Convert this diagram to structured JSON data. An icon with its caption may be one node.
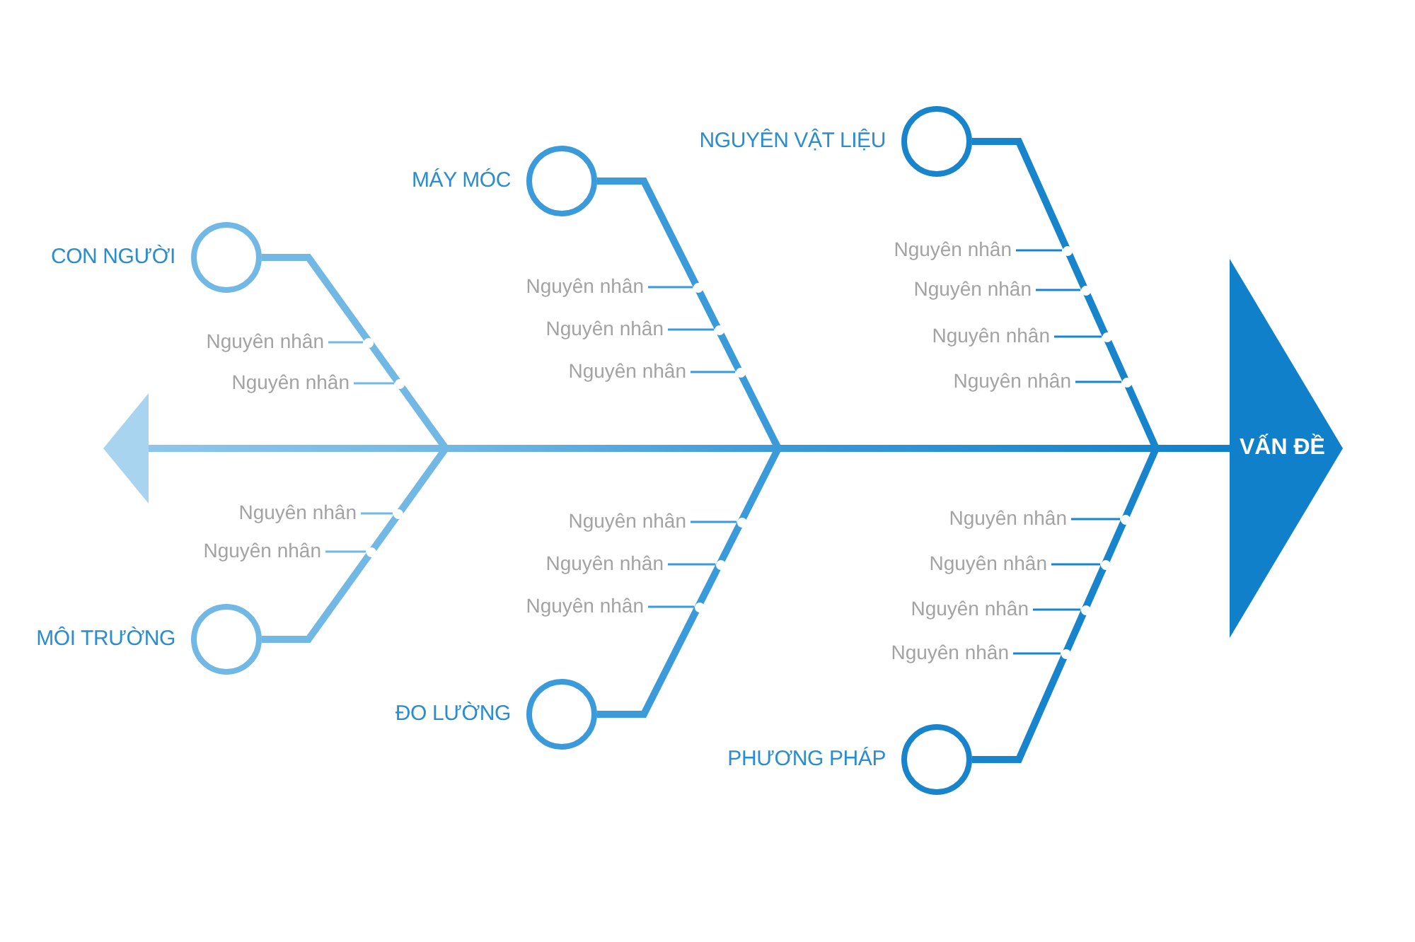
{
  "diagram": {
    "nodes": [
      {
        "text": [],
        "shape": "triangle"
      },
      {
        "text": [
          "CON NGƯỜI"
        ]
      },
      {
        "text": [
          "Nguyên nhân"
        ]
      },
      {
        "text": [
          "Nguyên nhân"
        ]
      },
      {
        "text": [
          "MÔI TRƯỜNG"
        ]
      },
      {
        "text": [
          "Nguyên nhân"
        ]
      },
      {
        "text": [
          "Nguyên nhân"
        ]
      },
      {
        "text": [
          "MÁY MÓC"
        ]
      },
      {
        "text": [
          "Nguyên nhân"
        ]
      },
      {
        "text": [
          "Nguyên nhân"
        ]
      },
      {
        "text": [
          "Nguyên nhân"
        ]
      },
      {
        "text": [
          "ĐO LƯỜNG"
        ]
      },
      {
        "text": [
          "Nguyên nhân"
        ]
      },
      {
        "text": [
          "Nguyên nhân"
        ]
      },
      {
        "text": [
          "Nguyên nhân"
        ]
      },
      {
        "text": [
          "NGUYÊN VẬT LIỆU"
        ]
      },
      {
        "text": [
          "Nguyên nhân"
        ]
      },
      {
        "text": [
          "Nguyên nhân"
        ]
      },
      {
        "text": [
          "Nguyên nhân"
        ]
      },
      {
        "text": [
          "Nguyên nhân"
        ]
      },
      {
        "text": [
          "PHƯƠNG PHÁP"
        ]
      },
      {
        "text": [
          "Nguyên nhân"
        ]
      },
      {
        "text": [
          "Nguyên nhân"
        ]
      },
      {
        "text": [
          "Nguyên nhân"
        ]
      },
      {
        "text": [
          "Nguyên nhân"
        ]
      },
      {
        "text": [
          "VẤN ĐỀ"
        ]
      },
      {
        "text": [],
        "shape": "circle"
      },
      {
        "text": [],
        "shape": "circle"
      },
      {
        "text": [],
        "shape": "circle"
      },
      {
        "text": [],
        "shape": "circle"
      },
      {
        "text": [],
        "shape": "circle"
      },
      {
        "text": [],
        "shape": "circle"
      },
      {
        "text": [],
        "shape": "circle"
      },
      {
        "text": [],
        "shape": "circle"
      },
      {
        "text": [],
        "shape": "circle"
      },
      {
        "text": [],
        "shape": "circle"
      },
      {
        "text": [],
        "shape": "circle"
      },
      {
        "text": [],
        "shape": "circle"
      },
      {
        "text": [],
        "shape": "circle"
      },
      {
        "text": [],
        "shape": "circle"
      },
      {
        "text": [],
        "shape": "circle"
      },
      {
        "text": [],
        "shape": "circle"
      },
      {
        "text": [],
        "shape": "circle"
      },
      {
        "text": [],
        "shape": "circle"
      }
    ],
    "edges": [
      {
        "from": 0,
        "to": 25,
        "arrow": "none",
        "style": "thick",
        "color": "#8cc6ec"
      },
      {
        "from": 1,
        "to": 25,
        "arrow": "none",
        "style": "thick",
        "color": "#72b8e4"
      },
      {
        "from": 4,
        "to": 25,
        "arrow": "none",
        "style": "thick",
        "color": "#72b8e4"
      },
      {
        "from": 7,
        "to": 25,
        "arrow": "none",
        "style": "thick",
        "color": "#3b9ad9"
      },
      {
        "from": 11,
        "to": 25,
        "arrow": "none",
        "style": "thick",
        "color": "#3b9ad9"
      },
      {
        "from": 15,
        "to": 25,
        "arrow": "none",
        "style": "thick",
        "color": "#1784cc"
      },
      {
        "from": 20,
        "to": 25,
        "arrow": "none",
        "style": "thick",
        "color": "#1784cc"
      },
      {
        "from": 2,
        "to": 26,
        "arrow": "none",
        "color": "#72b8e4"
      },
      {
        "from": 3,
        "to": 27,
        "arrow": "none",
        "color": "#72b8e4"
      },
      {
        "from": 5,
        "to": 28,
        "arrow": "none",
        "color": "#72b8e4"
      },
      {
        "from": 6,
        "to": 29,
        "arrow": "none",
        "color": "#72b8e4"
      },
      {
        "from": 8,
        "to": 30,
        "arrow": "none",
        "color": "#3b9ad9"
      },
      {
        "from": 9,
        "to": 31,
        "arrow": "none",
        "color": "#3b9ad9"
      },
      {
        "from": 10,
        "to": 32,
        "arrow": "none",
        "color": "#3b9ad9"
      },
      {
        "from": 12,
        "to": 33,
        "arrow": "none",
        "color": "#3b9ad9"
      },
      {
        "from": 13,
        "to": 34,
        "arrow": "none",
        "color": "#3b9ad9"
      },
      {
        "from": 14,
        "to": 35,
        "arrow": "none",
        "color": "#3b9ad9"
      },
      {
        "from": 16,
        "to": 36,
        "arrow": "none",
        "color": "#1784cc"
      },
      {
        "from": 17,
        "to": 37,
        "arrow": "none",
        "color": "#1784cc"
      },
      {
        "from": 18,
        "to": 38,
        "arrow": "none",
        "color": "#1784cc"
      },
      {
        "from": 19,
        "to": 39,
        "arrow": "none",
        "color": "#1784cc"
      },
      {
        "from": 21,
        "to": 40,
        "arrow": "none",
        "color": "#1784cc"
      },
      {
        "from": 22,
        "to": 41,
        "arrow": "none",
        "color": "#1784cc"
      },
      {
        "from": 23,
        "to": 42,
        "arrow": "none",
        "color": "#1784cc"
      },
      {
        "from": 24,
        "to": 43,
        "arrow": "none",
        "color": "#1784cc"
      }
    ]
  }
}
